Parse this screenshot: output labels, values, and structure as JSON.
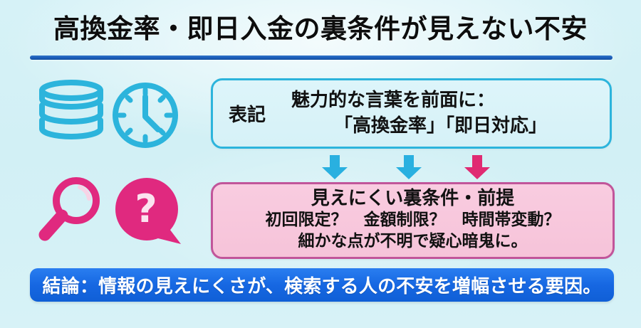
{
  "page": {
    "title": "高換金率・即日入金の裏条件が見えない不安",
    "background_color": "#d5f2f6",
    "accent_cyan": "#2cb4dc",
    "accent_pink": "#e0297f",
    "accent_blue": "#1667e2",
    "rule_color": "#1a5cb8"
  },
  "icons": {
    "coins": {
      "name": "coin-stack-icon",
      "color": "#2cb4dc"
    },
    "clock": {
      "name": "clock-icon",
      "color": "#2cb4dc"
    },
    "search": {
      "name": "magnifier-icon",
      "color": "#e0297f"
    },
    "question": {
      "name": "question-speech-bubble-icon",
      "color": "#e0297f",
      "glyph": "?"
    }
  },
  "top_box": {
    "label": "表記",
    "line1": "魅力的な言葉を前面に：",
    "line2": "「高換金率」「即日対応」",
    "border_color": "#2cb4dc",
    "fill_color": "#d9f3f8"
  },
  "arrows": [
    {
      "name": "arrow-down-cyan-1",
      "color": "#29b0e0"
    },
    {
      "name": "arrow-down-cyan-2",
      "color": "#29b0e0"
    },
    {
      "name": "arrow-down-pink-3",
      "color": "#e02a72"
    }
  ],
  "pink_box": {
    "heading": "見えにくい裏条件・前提",
    "line1": "初回限定？　金額制限？　時間帯変動？",
    "line2": "細かな点が不明で疑心暗鬼に。",
    "border_color": "#c1559a",
    "fill_color": "#f7c6dc"
  },
  "conclusion": {
    "text": "結論：情報の見えにくさが、検索する人の不安を増幅させる要因。",
    "fill_color": "#1667e2",
    "text_color": "#ffffff"
  }
}
